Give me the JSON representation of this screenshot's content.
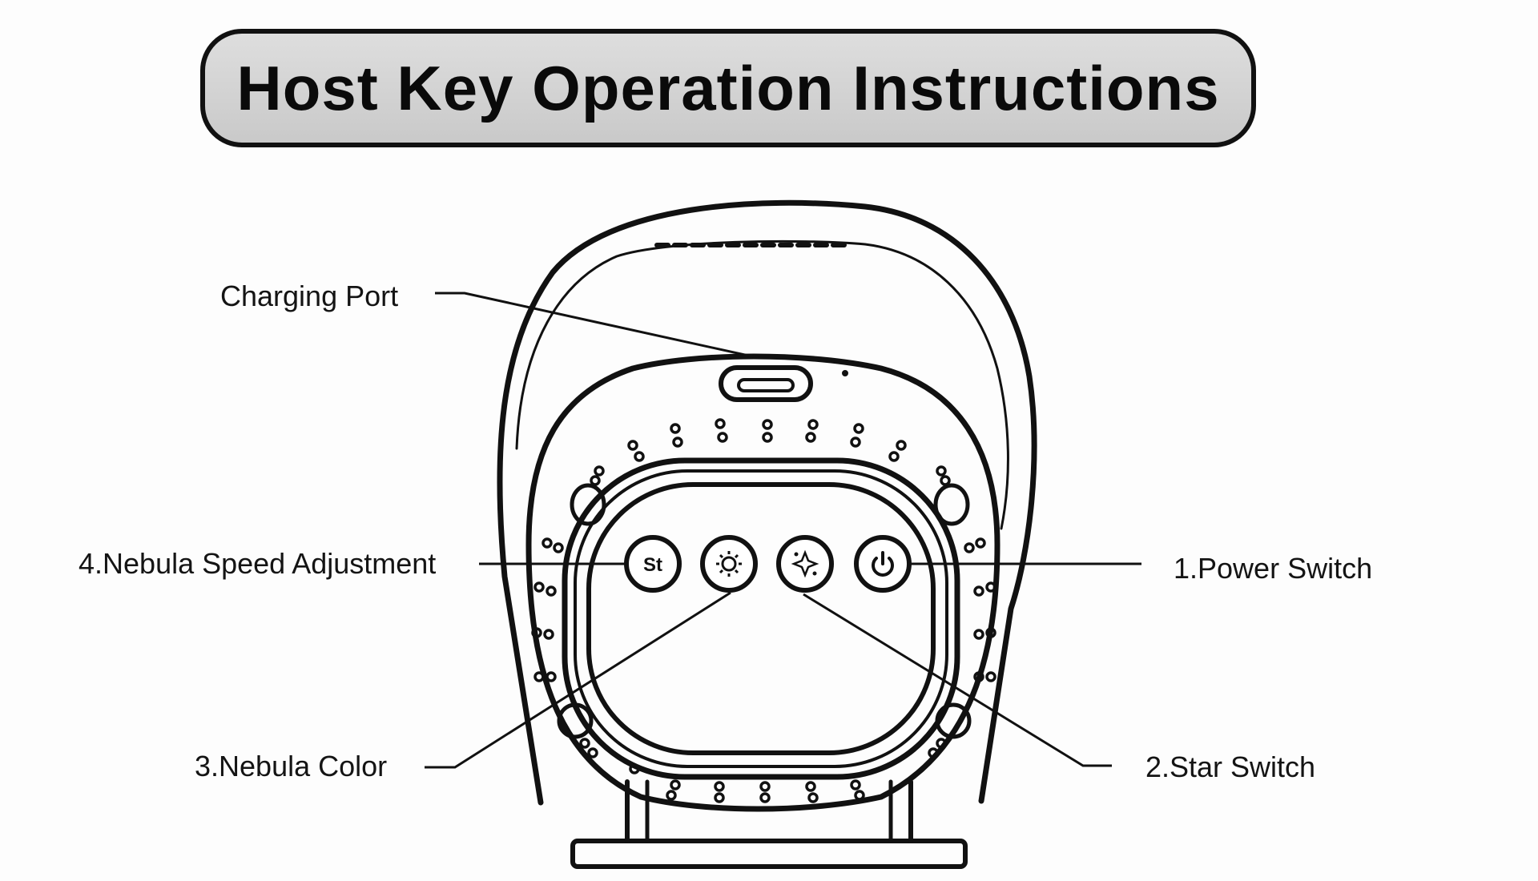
{
  "title": "Host Key Operation Instructions",
  "labels": {
    "charging_port": "Charging Port",
    "nebula_speed": "4.Nebula Speed Adjustment",
    "power_switch": "1.Power Switch",
    "nebula_color": "3.Nebula Color",
    "star_switch": "2.Star Switch"
  },
  "buttons": {
    "speed_icon_text": "St"
  },
  "colors": {
    "ink": "#111111",
    "banner_fill": "#d4d4d4",
    "background": "#fdfdfd"
  }
}
